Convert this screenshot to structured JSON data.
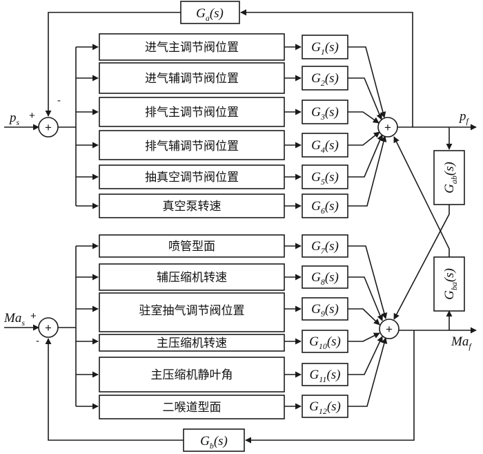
{
  "inputs": {
    "top": {
      "main": "p",
      "sub": "s"
    },
    "bottom": {
      "main": "Ma",
      "sub": "s"
    }
  },
  "outputs": {
    "top": {
      "main": "p",
      "sub": "f"
    },
    "bottom": {
      "main": "Ma",
      "sub": "f"
    }
  },
  "signs": {
    "plus": "+",
    "minus": "-"
  },
  "sum_symbol": "+",
  "tf_suffix": "(s)",
  "feedback": {
    "top": {
      "name": "G",
      "sub": "a"
    },
    "bottom": {
      "name": "G",
      "sub": "b"
    }
  },
  "coupling": {
    "ab": {
      "name": "G",
      "sub": "ab"
    },
    "ba": {
      "name": "G",
      "sub": "ba"
    }
  },
  "top_group": [
    {
      "label": "进气主调节阀位置",
      "tf": "G",
      "sub": "1"
    },
    {
      "label": "进气辅调节阀位置",
      "tf": "G",
      "sub": "2"
    },
    {
      "label": "排气主调节阀位置",
      "tf": "G",
      "sub": "3"
    },
    {
      "label": "排气辅调节阀位置",
      "tf": "G",
      "sub": "4"
    },
    {
      "label": "抽真空调节阀位置",
      "tf": "G",
      "sub": "5"
    },
    {
      "label": "真空泵转速",
      "tf": "G",
      "sub": "6"
    }
  ],
  "bottom_group": [
    {
      "label": "喷管型面",
      "tf": "G",
      "sub": "7"
    },
    {
      "label": "辅压缩机转速",
      "tf": "G",
      "sub": "8"
    },
    {
      "label": "驻室抽气调节阀位置",
      "tf": "G",
      "sub": "9"
    },
    {
      "label": "主压缩机转速",
      "tf": "G",
      "sub": "10"
    },
    {
      "label": "主压缩机静叶角",
      "tf": "G",
      "sub": "11"
    },
    {
      "label": "二喉道型面",
      "tf": "G",
      "sub": "12"
    }
  ]
}
